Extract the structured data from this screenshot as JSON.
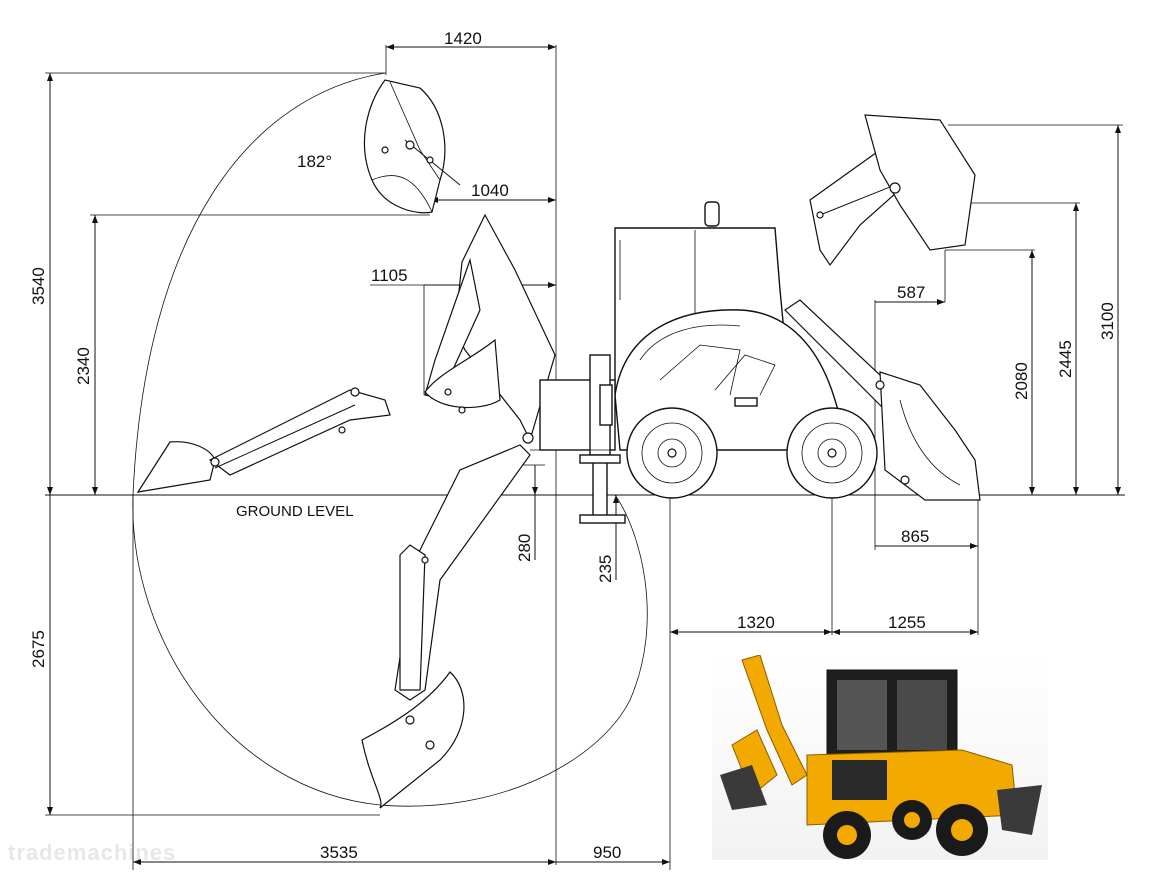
{
  "labels": {
    "ground_level": "GROUND LEVEL",
    "angle": "182°",
    "watermark": "trademachines"
  },
  "dimensions": {
    "d1420": "1420",
    "d1040": "1040",
    "d1105": "1105",
    "d3540": "3540",
    "d2340": "2340",
    "d2675": "2675",
    "d280": "280",
    "d235": "235",
    "d3535": "3535",
    "d950": "950",
    "d1320": "1320",
    "d1255": "1255",
    "d865": "865",
    "d587": "587",
    "d2080": "2080",
    "d2445": "2445",
    "d3100": "3100"
  },
  "colors": {
    "line": "#111111",
    "machine_yellow": "#f2a900",
    "machine_dark": "#222222"
  }
}
